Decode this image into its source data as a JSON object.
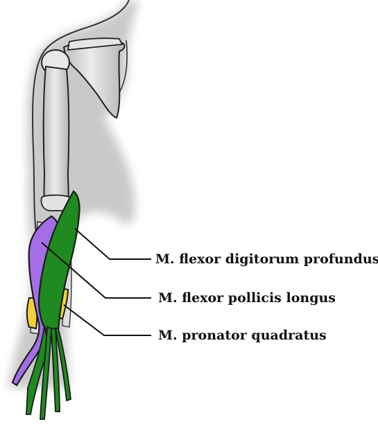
{
  "diagram": {
    "subject": "forearm deep flexor muscles",
    "labels": [
      {
        "id": "fdp",
        "text": "M. flexor digitorum profundus",
        "color": "#1f8a1f"
      },
      {
        "id": "fpl",
        "text": "M. flexor pollicis longus",
        "color": "#a36ee8"
      },
      {
        "id": "pq",
        "text": "M. pronator quadratus",
        "color": "#f0d23c"
      }
    ]
  },
  "colors": {
    "muscle_green": "#1f8a1f",
    "muscle_purple": "#a36ee8",
    "muscle_yellow": "#f0d23c",
    "bone_gray": "#d9d9d9",
    "outline": "#1a1a1a",
    "background": "#ffffff"
  }
}
